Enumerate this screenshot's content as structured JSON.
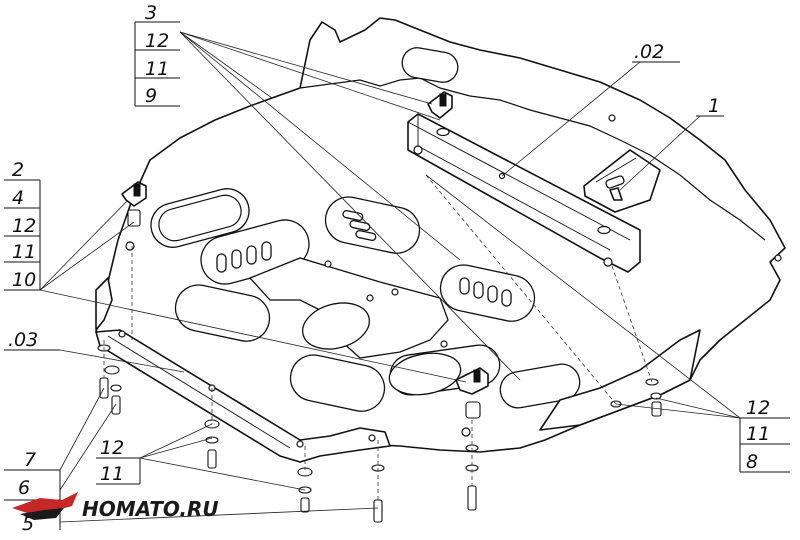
{
  "callouts": {
    "group_3": [
      "3",
      "12",
      "11",
      "9"
    ],
    "group_2": [
      "2",
      "4",
      "12",
      "11",
      "10"
    ],
    "group_right": [
      "12",
      "11",
      "8"
    ],
    "group_bottom_left": [
      "7",
      "6",
      "5"
    ],
    "group_mid": [
      "12",
      "11"
    ],
    "label_02": ".02",
    "label_03": ".03",
    "label_1": "1"
  },
  "logo": {
    "text": "HOMATO.RU",
    "color_primary": "#c62828",
    "color_dark": "#1a1a1a"
  }
}
